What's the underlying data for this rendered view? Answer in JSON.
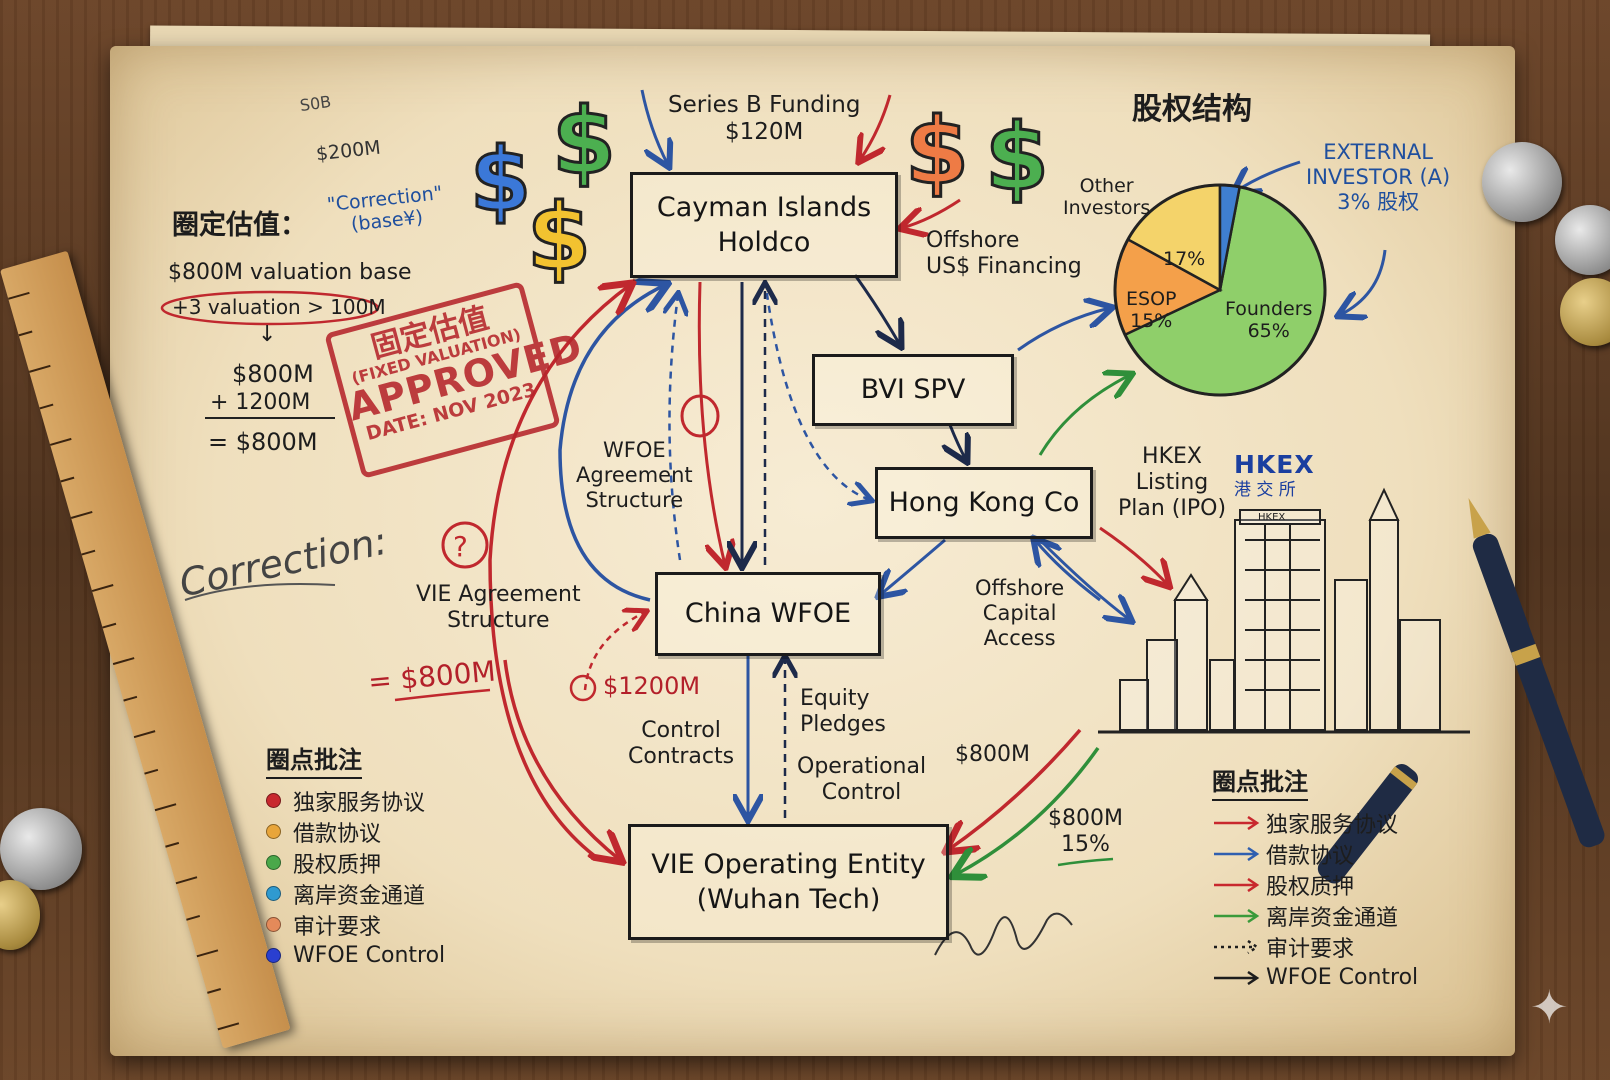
{
  "left_notes": {
    "amount_top": "$200M",
    "correction_quote": "\"Correction\"\n(base¥)",
    "heading": "圈定估值：",
    "base": "$800M valuation base",
    "adjust": "+3 valuation > 100M",
    "sum_a": "$800M",
    "sum_b": "+   1200M",
    "sum_c": "= $800M",
    "correction_script": "Correction:",
    "eq_800": "= $800M",
    "amount_1200": "$1200M"
  },
  "stamp": {
    "line1": "固定估值",
    "line2": "(FIXED VALUATION)",
    "line3": "APPROVED",
    "line4": "DATE: NOV 2023"
  },
  "nodes": {
    "cayman": "Cayman Islands\nHoldco",
    "bvi": "BVI SPV",
    "hk": "Hong Kong Co",
    "wfoe": "China WFOE",
    "vie": "VIE Operating Entity\n(Wuhan Tech)"
  },
  "edge_labels": {
    "series_b": "Series B Funding\n$120M",
    "offshore_financing": "Offshore\nUS$ Financing",
    "wfoe_agreement": "WFOE\nAgreement\nStructure",
    "vie_agreement": "VIE Agreement\nStructure",
    "control_contracts": "Control\nContracts",
    "equity_pledges": "Equity\nPledges",
    "operational_control": "Operational\nControl",
    "offshore_capital": "Offshore\nCapital\nAccess",
    "hkex_listing": "HKEX\nListing\nPlan (IPO)",
    "amount_800": "$800M",
    "amount_800_15": "$800M\n15%"
  },
  "chart_data": {
    "type": "pie",
    "title": "股权结构",
    "categories": [
      "Founders",
      "ESOP",
      "Other Investors",
      "External Investor (A)"
    ],
    "values": [
      65,
      15,
      17,
      3
    ],
    "labels": [
      "Founders\n65%",
      "ESOP\n15%",
      "17%",
      ""
    ],
    "colors": [
      "#8fcf6a",
      "#f4a04a",
      "#f4d36a",
      "#3f7fd0"
    ],
    "annotations": {
      "other_investors": "Other\nInvestors",
      "external_investor": "EXTERNAL\nINVESTOR (A)\n3% 股权"
    }
  },
  "hkex": {
    "logo": "HKEX",
    "logo_cn": "港 交 所",
    "building_sign": "HKEX"
  },
  "legend_left": {
    "title": "圈点批注",
    "items": [
      {
        "label": "独家服务协议",
        "color": "#c8282e"
      },
      {
        "label": "借款协议",
        "color": "#e8a53a"
      },
      {
        "label": "股权质押",
        "color": "#4aa84a"
      },
      {
        "label": "离岸资金通道",
        "color": "#2f9ad0"
      },
      {
        "label": "审计要求",
        "color": "#e48a5a"
      },
      {
        "label": "WFOE Control",
        "color": "#2a3fd0"
      }
    ]
  },
  "legend_right": {
    "title": "圈点批注",
    "items": [
      {
        "label": "独家服务协议",
        "color": "#c8282e",
        "style": "solid"
      },
      {
        "label": "借款协议",
        "color": "#2f5fb0",
        "style": "solid"
      },
      {
        "label": "股权质押",
        "color": "#c8282e",
        "style": "solid"
      },
      {
        "label": "离岸资金通道",
        "color": "#3a9a3a",
        "style": "solid"
      },
      {
        "label": "审计要求",
        "color": "#1d1d1d",
        "style": "dotted"
      },
      {
        "label": "WFOE Control",
        "color": "#1d1d1d",
        "style": "solid"
      }
    ]
  }
}
